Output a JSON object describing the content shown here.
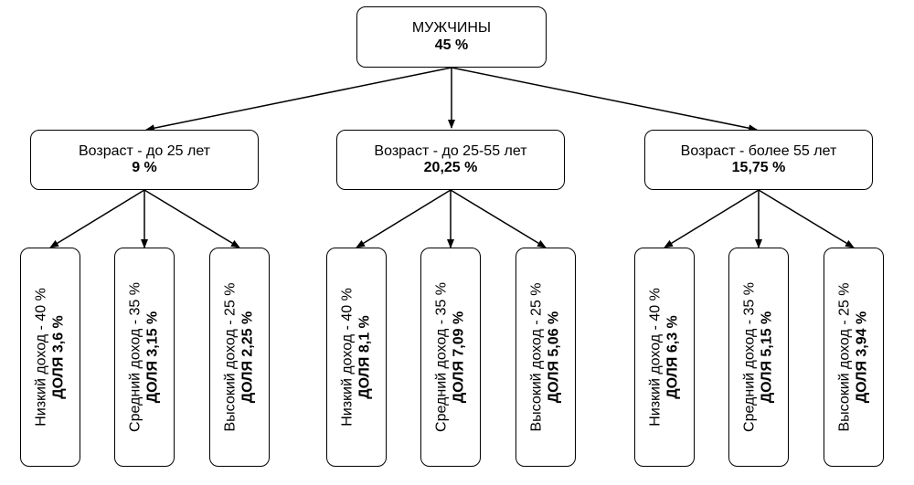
{
  "root": {
    "label": "МУЖЧИНЫ",
    "value": "45 %"
  },
  "groups": [
    {
      "label": "Возраст - до 25 лет",
      "value": "9 %",
      "children": [
        {
          "label": "Низкий доход - 40 %",
          "value": "ДОЛЯ 3,6 %"
        },
        {
          "label": "Средний доход - 35 %",
          "value": "ДОЛЯ 3,15 %"
        },
        {
          "label": "Высокий доход - 25 %",
          "value": "ДОЛЯ 2,25 %"
        }
      ]
    },
    {
      "label": "Возраст - до 25-55 лет",
      "value": "20,25 %",
      "children": [
        {
          "label": "Низкий доход - 40 %",
          "value": "ДОЛЯ 8,1 %"
        },
        {
          "label": "Средний доход - 35 %",
          "value": "ДОЛЯ 7,09 %"
        },
        {
          "label": "Высокий доход - 25 %",
          "value": "ДОЛЯ 5,06 %"
        }
      ]
    },
    {
      "label": "Возраст - более 55 лет",
      "value": "15,75 %",
      "children": [
        {
          "label": "Низкий доход - 40 %",
          "value": "ДОЛЯ 6,3 %"
        },
        {
          "label": "Средний доход - 35 %",
          "value": "ДОЛЯ 5,15 %"
        },
        {
          "label": "Высокий доход - 25 %",
          "value": "ДОЛЯ 3,94 %"
        }
      ]
    }
  ]
}
